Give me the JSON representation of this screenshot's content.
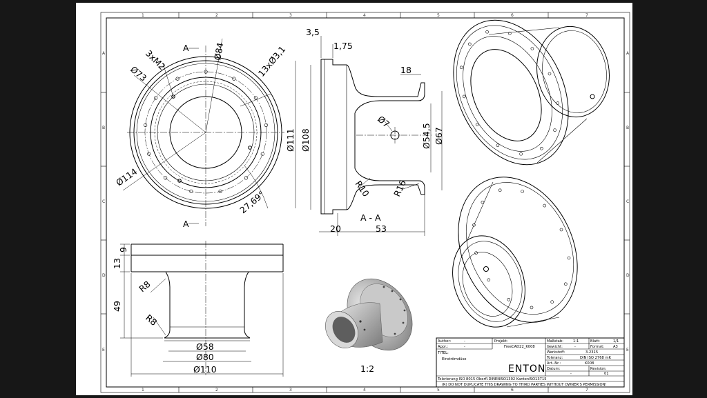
{
  "sheet": {
    "zone_columns": [
      "1",
      "2",
      "3",
      "4",
      "5",
      "6",
      "7"
    ],
    "zone_rows": [
      "A",
      "B",
      "C",
      "D",
      "E"
    ]
  },
  "front_view": {
    "section_marker": "A",
    "dims": {
      "hole_pattern": "3xM2",
      "dia_84": "Ø84",
      "holes_13": "13xØ3,1",
      "dia_73": "Ø73",
      "dia_114": "Ø114",
      "angle": "27,69°"
    }
  },
  "section_view": {
    "title": "A - A",
    "dims": {
      "d_3_5": "3,5",
      "d_1_75": "1,75",
      "d_18": "18",
      "dia_7": "Ø7",
      "dia_111": "Ø111",
      "dia_108": "Ø108",
      "dia_54_5": "Ø54,5",
      "dia_67": "Ø67",
      "r10": "R10",
      "r16": "R16",
      "d_20": "20",
      "d_53": "53"
    }
  },
  "side_view": {
    "dims": {
      "h9": "9",
      "h13": "13",
      "h49": "49",
      "r8a": "R8",
      "r8b": "R8",
      "dia_58": "Ø58",
      "dia_80": "Ø80",
      "dia_110": "Ø110"
    }
  },
  "detail_view": {
    "scale": "1:2"
  },
  "title_block": {
    "author_label": "Author:",
    "author_value": "-",
    "appr_label": "Appr.:",
    "appr_value": "-",
    "projekt_label": "Projekt:",
    "projekt_value": "FreeCAD22_K008",
    "massstab_label": "Maßstab:",
    "massstab_value": "1:1",
    "blatt_label": "Blatt:",
    "blatt_value": "1/1",
    "gewicht_label": "Gewicht:",
    "gewicht_value": "-",
    "format_label": "Format:",
    "format_value": "A3",
    "titel_label": "TITEL:",
    "titel_value": "Einströmdüse",
    "werkstoff_label": "Werkstoff:",
    "werkstoff_value": "3.2315",
    "toleranz_label": "Toleranz:",
    "toleranz_value": "DIN ISO 2768 mK",
    "art_label": "Art.-Nr.:",
    "art_value": "K008",
    "datum_label": "Datum:",
    "datum_value": "-",
    "revision_label": "Revision:",
    "revision_value": "01",
    "logo_text": "ENTON",
    "tolerierung": "Tolerierung ISO 8015    Oberfl.DINENISO1302 KantenISO13715",
    "copyright": "(R) DO NOT DUPLICATE THIS DRAWING TO THIRD PARTIES WITHOUT OWNER'S PERMISSION!"
  }
}
